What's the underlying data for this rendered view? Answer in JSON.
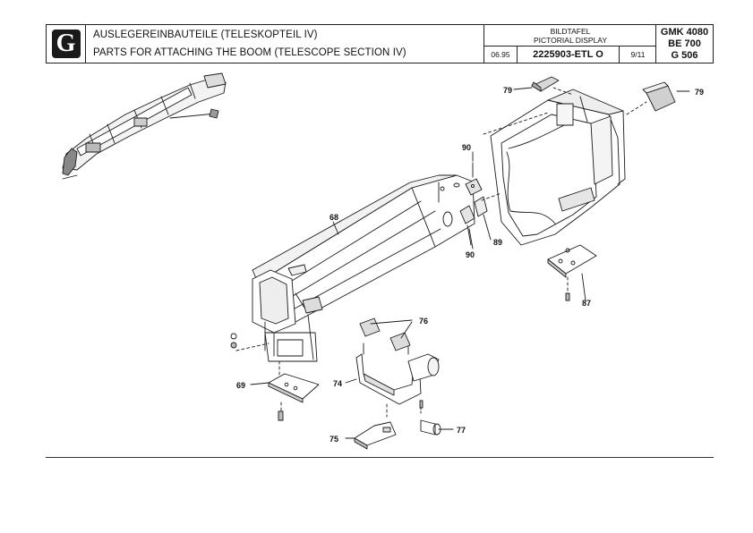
{
  "header": {
    "logo_letter": "G",
    "title_de": "AUSLEGEREINBAUTEILE (TELESKOPTEIL IV)",
    "title_en": "PARTS FOR ATTACHING THE BOOM (TELESCOPE SECTION IV)",
    "bildtafel": "BILDTAFEL",
    "pictorial": "PICTORIAL DISPLAY",
    "date": "06.95",
    "doc_number": "2225903-ETL  O",
    "page": "9/11",
    "model": "GMK 4080",
    "section": "BE 700",
    "sheet": "G 506"
  },
  "callouts": {
    "c68": "68",
    "c69": "69",
    "c74": "74",
    "c75": "75",
    "c76": "76",
    "c77": "77",
    "c79a": "79",
    "c79b": "79",
    "c87": "87",
    "c89": "89",
    "c90a": "90",
    "c90b": "90"
  }
}
